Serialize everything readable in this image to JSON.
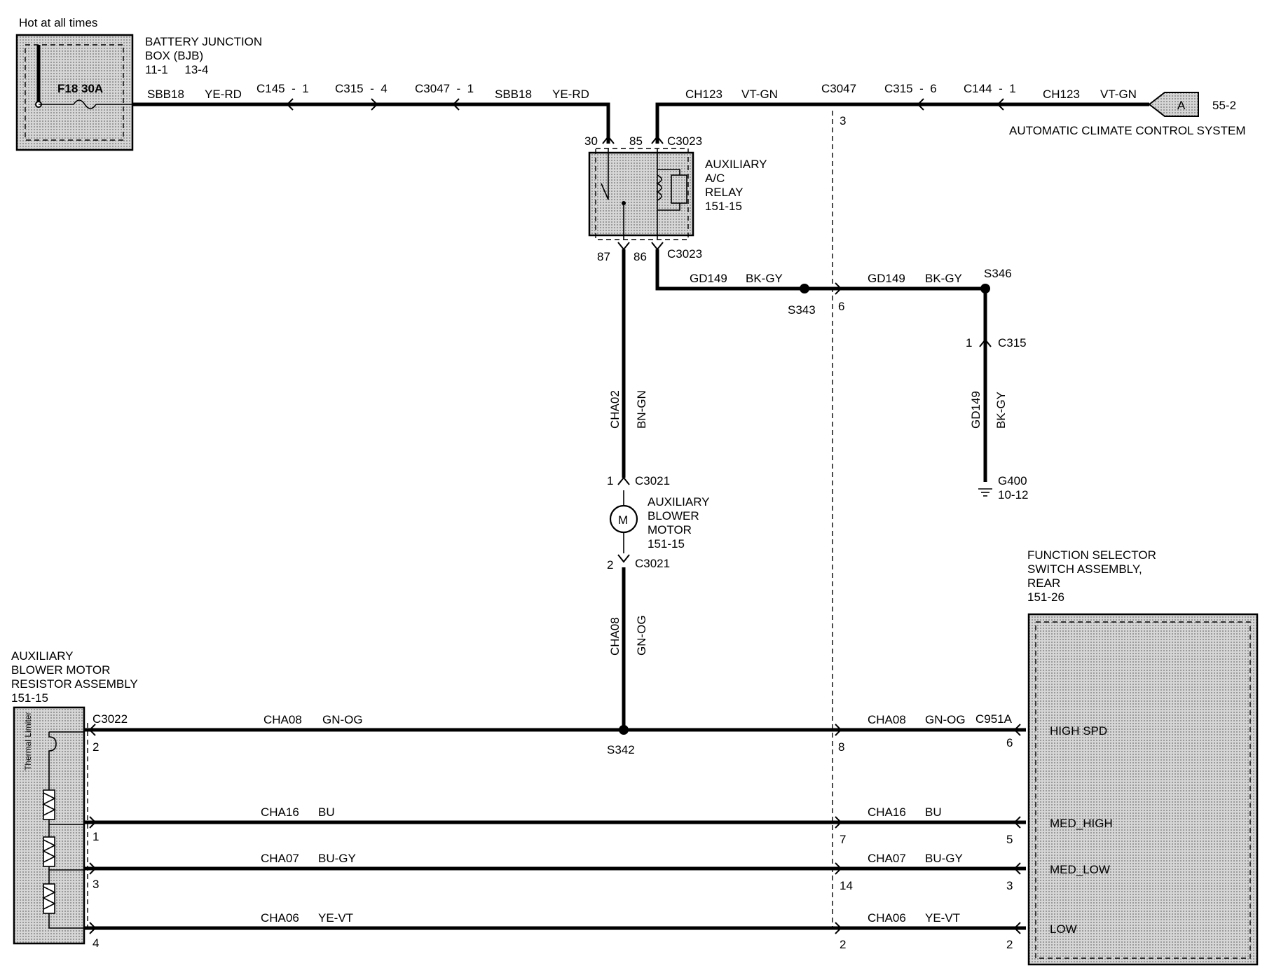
{
  "power": {
    "hot_label": "Hot at all times",
    "bjb_line1": "BATTERY  JUNCTION",
    "bjb_line2": "BOX (BJB)",
    "bjb_pages": "11-1     13-4",
    "fuse": "F18   30A"
  },
  "top_left_wire": {
    "circuit": "SBB18",
    "color": "YE-RD",
    "c145": "C145  -  1",
    "c315": "C315  -  4",
    "c3047": "C3047  -  1",
    "circuit2": "SBB18",
    "color2": "YE-RD"
  },
  "top_right_wire": {
    "circuit": "CH123",
    "color": "VT-GN",
    "c3047": "C3047",
    "c3047_pin": "3",
    "c315": "C315  -  6",
    "c144": "C144  -  1",
    "circuit2": "CH123",
    "color2": "VT-GN",
    "ref_letter": "A",
    "ref_page": "55-2",
    "system": "AUTOMATIC CLIMATE CONTROL SYSTEM"
  },
  "relay": {
    "pin30": "30",
    "pin85": "85",
    "conn_top": "C3023",
    "name_line1": "AUXILIARY",
    "name_line2": "A/C",
    "name_line3": "RELAY",
    "page": "151-15",
    "pin87": "87",
    "pin86": "86",
    "conn_bottom": "C3023"
  },
  "ground_wire": {
    "circuit": "GD149",
    "color": "BK-GY",
    "splice1": "S343",
    "pin": "6",
    "circuit2": "GD149",
    "color2": "BK-GY",
    "splice2": "S346",
    "c315_pin": "1",
    "c315": "C315",
    "vert_circuit": "GD149",
    "vert_color": "BK-GY",
    "ground": "G400",
    "ground_page": "10-12"
  },
  "motor": {
    "upper_circuit": "CHA02",
    "upper_color": "BN-GN",
    "pin1": "1",
    "conn1": "C3021",
    "symbol": "M",
    "name_line1": "AUXILIARY",
    "name_line2": "BLOWER",
    "name_line3": "MOTOR",
    "page": "151-15",
    "pin2": "2",
    "conn2": "C3021",
    "lower_circuit": "CHA08",
    "lower_color": "GN-OG"
  },
  "resistor": {
    "name_line1": "AUXILIARY",
    "name_line2": "BLOWER MOTOR",
    "name_line3": "RESISTOR ASSEMBLY",
    "page": "151-15",
    "conn": "C3022",
    "thermal": "Thermal Limiter"
  },
  "switch": {
    "name_line1": "FUNCTION SELECTOR",
    "name_line2": "SWITCH ASSEMBLY,",
    "name_line3": "REAR",
    "page": "151-26",
    "conn": "C951A"
  },
  "bottom_wires": [
    {
      "left_pin": "2",
      "left_circuit": "CHA08",
      "left_color": "GN-OG",
      "splice": "S342",
      "mid_pin": "8",
      "right_circuit": "CHA08",
      "right_color": "GN-OG",
      "right_pin": "6",
      "switch_label": "HIGH SPD"
    },
    {
      "left_pin": "1",
      "left_circuit": "CHA16",
      "left_color": "BU",
      "mid_pin": "7",
      "right_circuit": "CHA16",
      "right_color": "BU",
      "right_pin": "5",
      "switch_label": "MED_HIGH"
    },
    {
      "left_pin": "3",
      "left_circuit": "CHA07",
      "left_color": "BU-GY",
      "mid_pin": "14",
      "right_circuit": "CHA07",
      "right_color": "BU-GY",
      "right_pin": "3",
      "switch_label": "MED_LOW"
    },
    {
      "left_pin": "4",
      "left_circuit": "CHA06",
      "left_color": "YE-VT",
      "mid_pin": "2",
      "right_circuit": "CHA06",
      "right_color": "YE-VT",
      "right_pin": "2",
      "switch_label": "LOW"
    }
  ]
}
